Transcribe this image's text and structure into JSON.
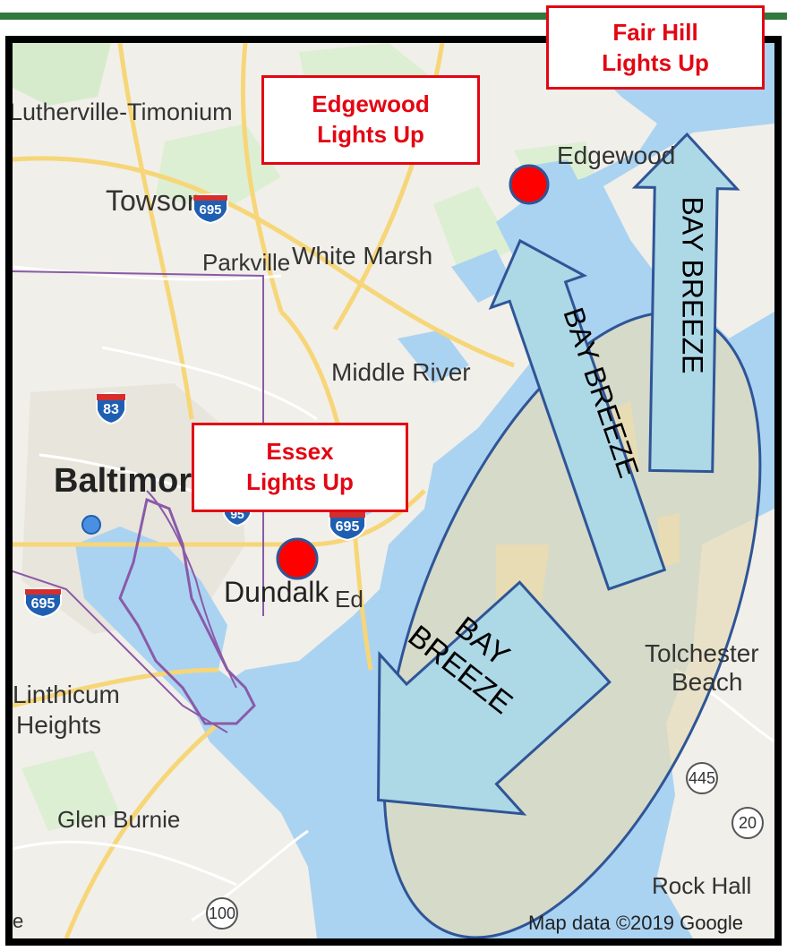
{
  "map": {
    "attribution": "Map data ©2019 Google",
    "places": [
      {
        "id": "lutherville",
        "text": "Lutherville-Timonium"
      },
      {
        "id": "towson",
        "text": "Towson"
      },
      {
        "id": "parkville",
        "text": "Parkville"
      },
      {
        "id": "white-marsh",
        "text": "White Marsh"
      },
      {
        "id": "edgewood",
        "text": "Edgewood"
      },
      {
        "id": "middle-river",
        "text": "Middle River"
      },
      {
        "id": "baltimore",
        "text": "Baltimor"
      },
      {
        "id": "dundalk",
        "text": "Dundalk"
      },
      {
        "id": "edgemere",
        "text": "Ed"
      },
      {
        "id": "linthicum",
        "text": "Linthicum"
      },
      {
        "id": "heights",
        "text": "Heights"
      },
      {
        "id": "glen-burnie",
        "text": "Glen Burnie"
      },
      {
        "id": "tolchester",
        "text": "Tolchester"
      },
      {
        "id": "beach",
        "text": "Beach"
      },
      {
        "id": "rock-hall",
        "text": "Rock Hall"
      },
      {
        "id": "edge-e",
        "text": "e"
      }
    ],
    "shields": {
      "i695_towson": "695",
      "i83": "83",
      "i695_east": "695",
      "i695_west": "695",
      "i95": "95"
    },
    "routes": {
      "r445": "445",
      "r20": "20",
      "r100": "100"
    }
  },
  "callouts": {
    "fair_hill": {
      "line1": "Fair Hill",
      "line2": "Lights Up"
    },
    "edgewood": {
      "line1": "Edgewood",
      "line2": "Lights Up"
    },
    "essex": {
      "line1": "Essex",
      "line2": "Lights Up"
    }
  },
  "arrows": {
    "label": "BAY BREEZE",
    "big_line1": "BAY",
    "big_line2": "BREEZE"
  },
  "colors": {
    "callout_border": "#e30613",
    "marker": "#ff0000",
    "arrow_fill": "#add8e6",
    "arrow_stroke": "#2f5597",
    "water": "#aad3f2",
    "frame_bar": "#2f7a3c"
  }
}
